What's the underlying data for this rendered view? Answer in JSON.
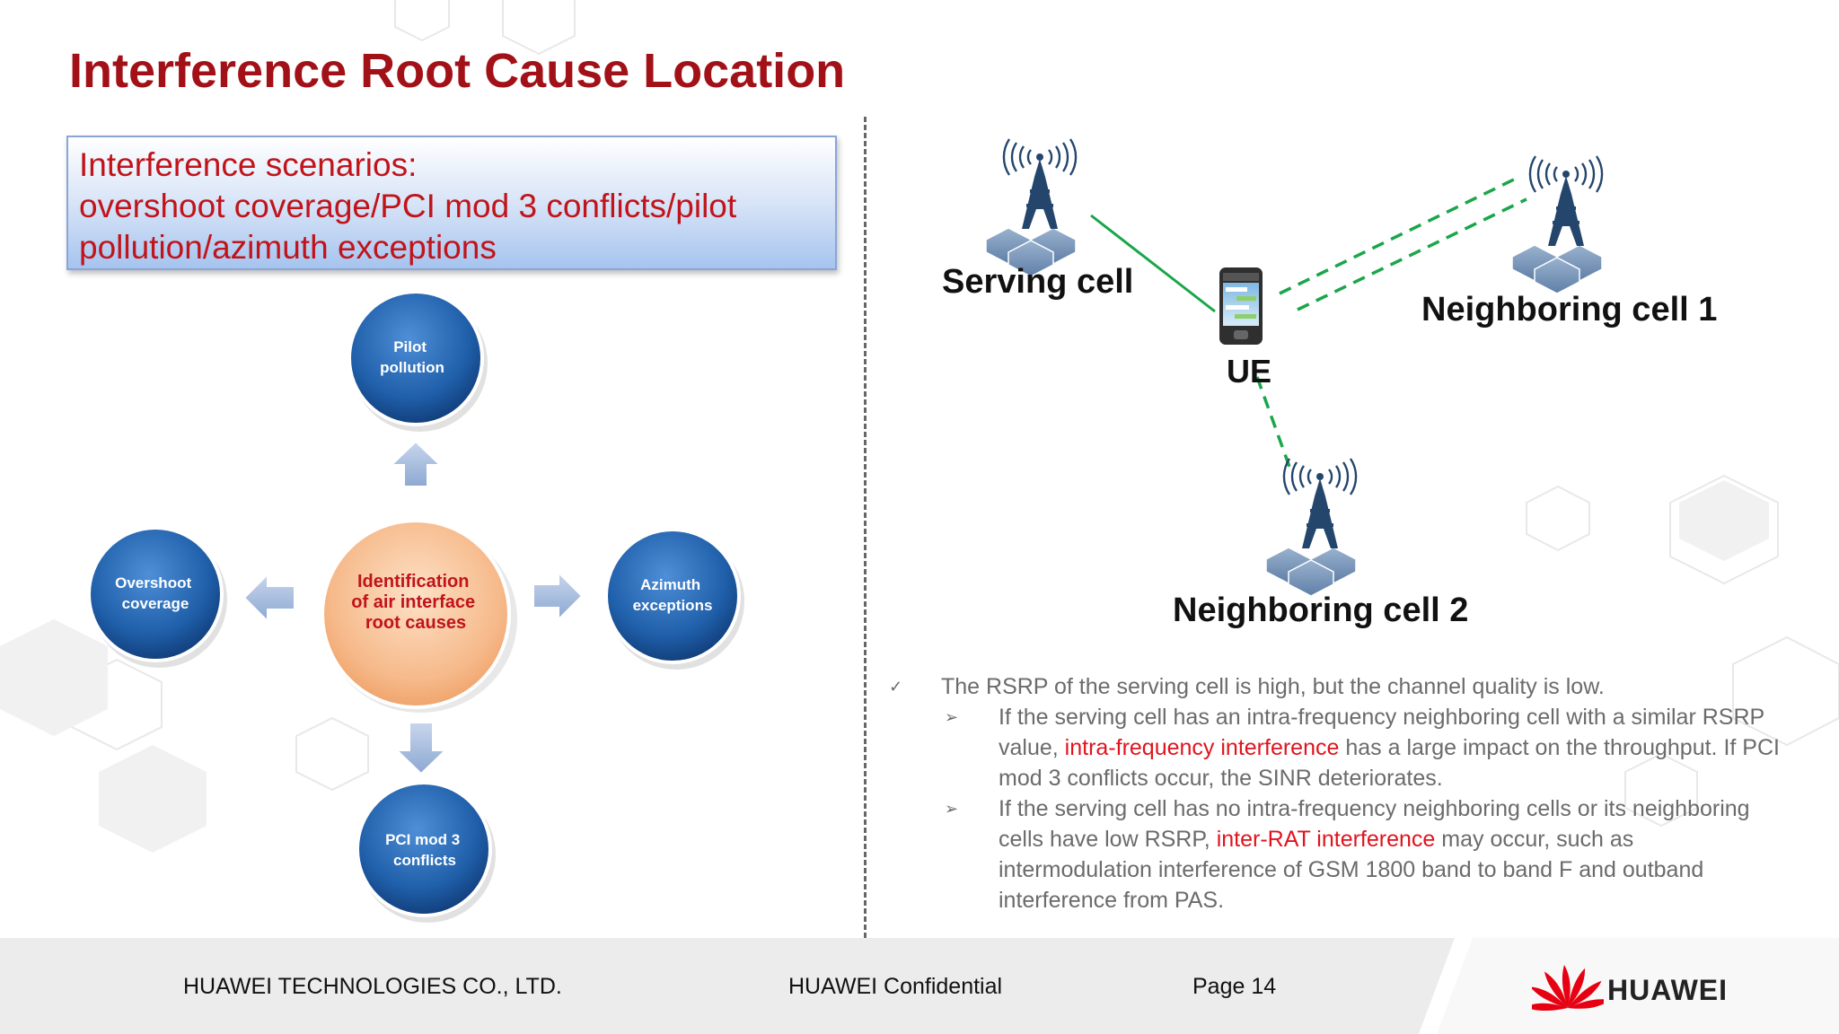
{
  "title": "Interference Root Cause Location",
  "callout": {
    "lines": [
      "Interference scenarios:",
      "overshoot coverage/PCI mod 3 conflicts/pilot",
      "pollution/azimuth exceptions"
    ]
  },
  "diagram": {
    "center": [
      "Identification",
      "of air interface",
      "root causes"
    ],
    "top": [
      "Pilot",
      "pollution"
    ],
    "left": [
      "Overshoot",
      "coverage"
    ],
    "right": [
      "Azimuth",
      "exceptions"
    ],
    "bottom": [
      "PCI mod 3",
      "conflicts"
    ]
  },
  "network": {
    "serving": "Serving cell",
    "neighbor1": "Neighboring cell 1",
    "neighbor2": "Neighboring cell 2",
    "ue": "UE"
  },
  "notes": {
    "main": "The RSRP of the serving cell is high, but the channel quality is low.",
    "sub1": {
      "pre": "If the serving cell has an intra-frequency neighboring cell with a similar RSRP value, ",
      "highlight": "intra-frequency interference",
      "post": " has a large impact on the throughput. If PCI mod 3 conflicts occur, the SINR deteriorates."
    },
    "sub2": {
      "pre": "If the serving cell has no intra-frequency neighboring cells or its neighboring cells have low RSRP, ",
      "highlight": "inter-RAT interference",
      "post": " may occur, such as intermodulation interference of GSM 1800 band to band F and outband interference from PAS."
    }
  },
  "footer": {
    "company": "HUAWEI TECHNOLOGIES CO., LTD.",
    "confidential": "HUAWEI Confidential",
    "page": "Page 14",
    "logo": "HUAWEI"
  },
  "colors": {
    "title": "#a11117",
    "callout_text": "#c0141a",
    "circle_blue": "#1f5ea8",
    "circle_orange": "#f6b98a",
    "link_green": "#1aa64a",
    "highlight": "#e0141e"
  }
}
